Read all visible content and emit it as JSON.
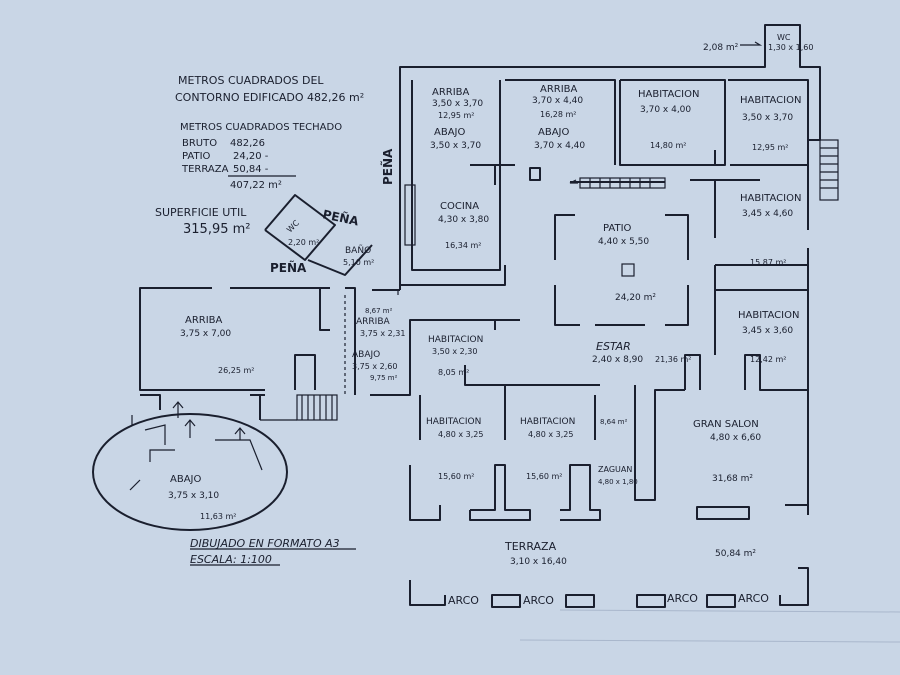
{
  "summary": {
    "line1": "METROS CUADRADOS DEL",
    "line2": "CONTORNO EDIFICADO 482,26 m²",
    "roof_title": "METROS CUADRADOS TECHADO",
    "bruto_label": "BRUTO",
    "bruto_value": "482,26",
    "patio_label": "PATIO",
    "patio_value": "24,20 -",
    "terraza_label": "TERRAZA",
    "terraza_value": "50,84 -",
    "total": "407,22 m²",
    "useful_label": "SUPERFICIE UTIL",
    "useful_value": "315,95 m²"
  },
  "labels": {
    "pena_left": "PEÑA",
    "pena_top": "PEÑA",
    "pena_mid": "PEÑA",
    "wc_top_area": "2,08 m²",
    "format": "DIBUJADO EN FORMATO A3",
    "scale": "ESCALA: 1:100",
    "arco": "ARCO"
  },
  "rooms": {
    "arriba1": {
      "name": "ARRIBA",
      "dim": "3,50 x 3,70",
      "area": "12,95 m²"
    },
    "abajo1": {
      "name": "ABAJO",
      "dim": "3,50 x 3,70"
    },
    "arriba2": {
      "name": "ARRIBA",
      "dim": "3,70 x 4,40",
      "area": "16,28 m²"
    },
    "abajo2": {
      "name": "ABAJO",
      "dim": "3,70 x 4,40"
    },
    "hab1": {
      "name": "HABITACION",
      "dim": "3,70 x 4,00",
      "area": "14,80 m²"
    },
    "hab2": {
      "name": "HABITACION",
      "dim": "3,50 x 3,70",
      "area": "12,95 m²"
    },
    "wc_top": {
      "name": "WC",
      "dim": "1,30 x 1,60"
    },
    "hab3": {
      "name": "HABITACION",
      "dim": "3,45 x 4,60",
      "area": "15,87 m²"
    },
    "cocina": {
      "name": "COCINA",
      "dim": "4,30 x 3,80",
      "area": "16,34 m²"
    },
    "patio": {
      "name": "PATIO",
      "dim": "4,40 x 5,50",
      "area": "24,20 m²"
    },
    "wc_side": {
      "name": "WC",
      "area": "2,20 m²"
    },
    "bano": {
      "name": "BAÑO",
      "area": "5,10 m²"
    },
    "arriba_big": {
      "name": "ARRIBA",
      "dim": "3,75 x 7,00",
      "area": "26,25 m²"
    },
    "arriba_small": {
      "area_top": "8,67 m²",
      "name": "ARRIBA",
      "dim": "3,75 x 2,31"
    },
    "abajo_small": {
      "name": "ABAJO",
      "dim": "3,75 x 2,60",
      "area": "9,75 m²"
    },
    "hab4": {
      "name": "HABITACION",
      "dim": "3,50 x 2,30",
      "area": "8,05 m²"
    },
    "estar": {
      "name": "ESTAR",
      "dim": "2,40 x 8,90",
      "area": "21,36 m²"
    },
    "hab5": {
      "name": "HABITACION",
      "dim": "3,45 x 3,60",
      "area": "12,42 m²"
    },
    "hab6": {
      "name": "HABITACION",
      "dim": "4,80 x 3,25",
      "area": "15,60 m²"
    },
    "hab7": {
      "name": "HABITACION",
      "dim": "4,80 x 3,25",
      "area": "15,60 m²"
    },
    "zaguan": {
      "area_top": "8,64 m²",
      "name": "ZAGUAN",
      "dim": "4,80 x 1,80"
    },
    "gran_salon": {
      "name": "GRAN SALON",
      "dim": "4,80 x 6,60",
      "area": "31,68 m²"
    },
    "abajo_oval": {
      "name": "ABAJO",
      "dim": "3,75 x 3,10",
      "area": "11,63 m²"
    },
    "terraza": {
      "name": "TERRAZA",
      "dim": "3,10 x 16,40",
      "area": "50,84 m²"
    }
  }
}
